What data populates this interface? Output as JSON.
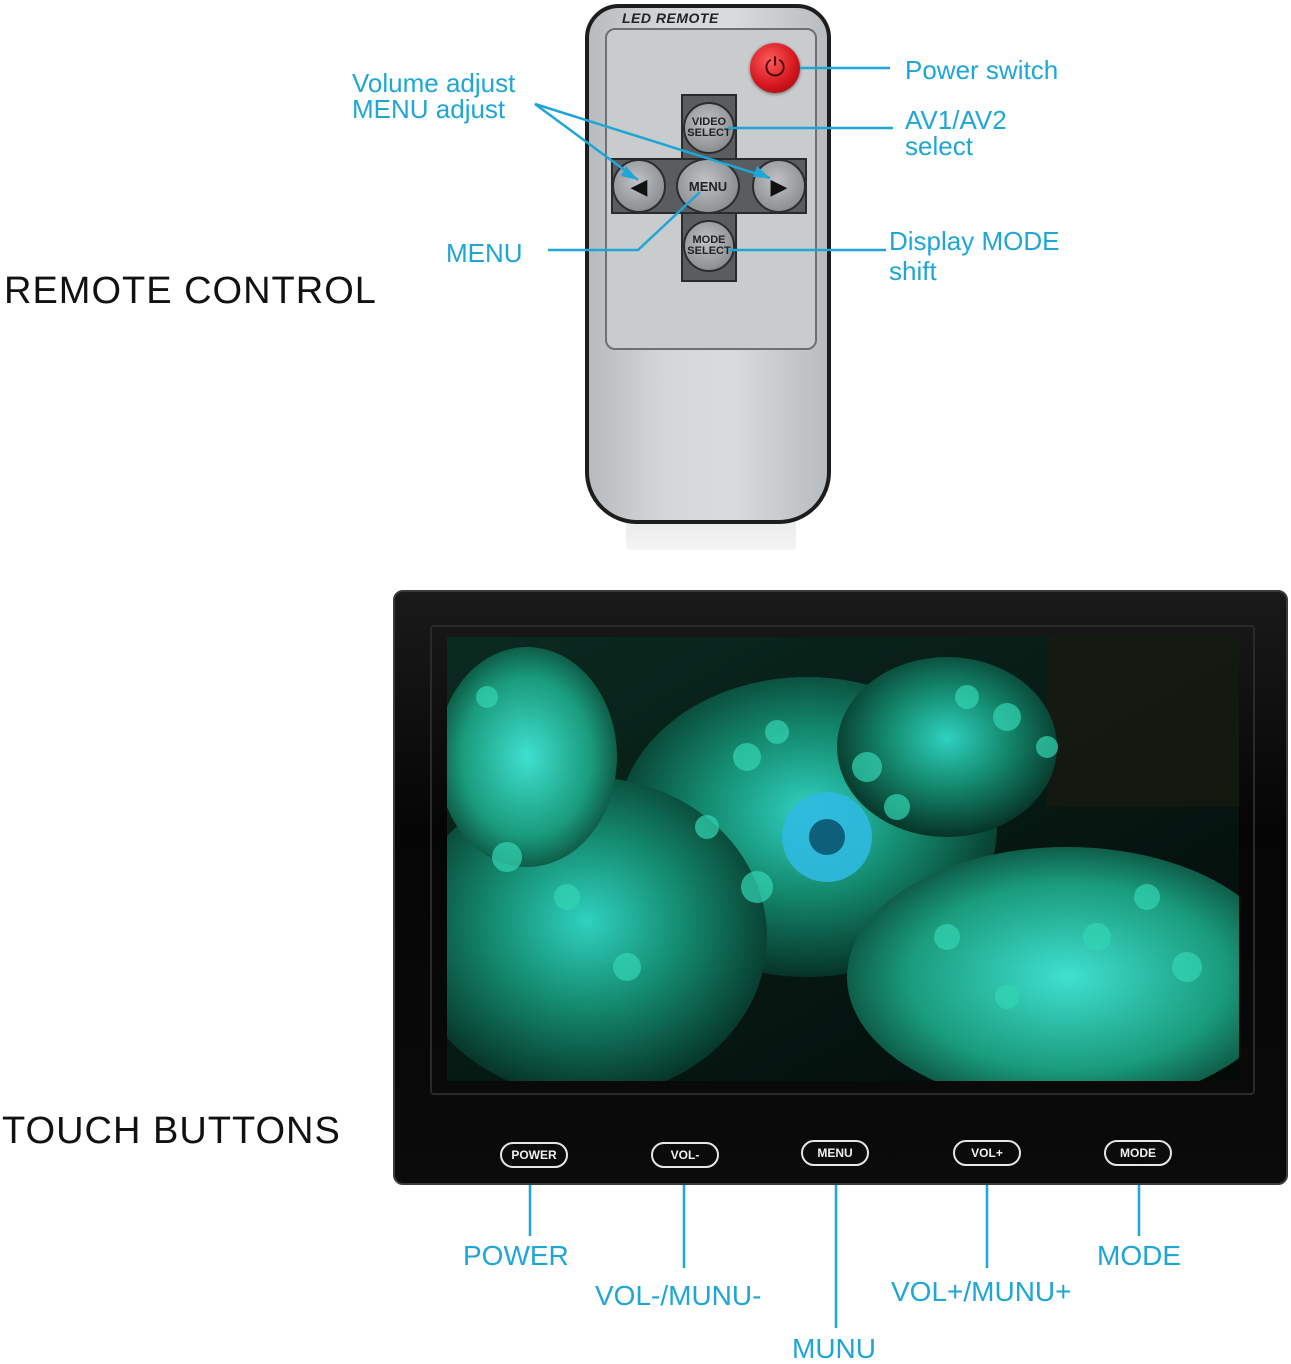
{
  "sections": {
    "remote_title": "REMOTE CONTROL",
    "touch_title": "TOUCH BUTTONS"
  },
  "remote": {
    "brand": "LED REMOTE",
    "buttons": {
      "video_select": "VIDEO SELECT",
      "menu": "MENU",
      "mode_select": "MODE SELECT"
    },
    "callouts": {
      "volume_line1": "Volume adjust",
      "volume_line2": "MENU adjust",
      "menu": "MENU",
      "power": "Power switch",
      "av_line1": "AV1/AV2",
      "av_line2": "select",
      "display_line1": "Display MODE",
      "display_line2": "shift"
    }
  },
  "monitor": {
    "buttons": [
      "POWER",
      "VOL-",
      "MENU",
      "VOL+",
      "MODE"
    ],
    "callouts": {
      "power": "POWER",
      "vol_minus": "VOL-/MUNU-",
      "menu": "MUNU",
      "vol_plus": "VOL+/MUNU+",
      "mode": "MODE"
    }
  },
  "colors": {
    "accent": "#1ea6d6",
    "power_button": "#d2141b"
  },
  "icons": {
    "power": "power-icon",
    "left": "left-arrow-icon",
    "right": "right-arrow-icon"
  }
}
